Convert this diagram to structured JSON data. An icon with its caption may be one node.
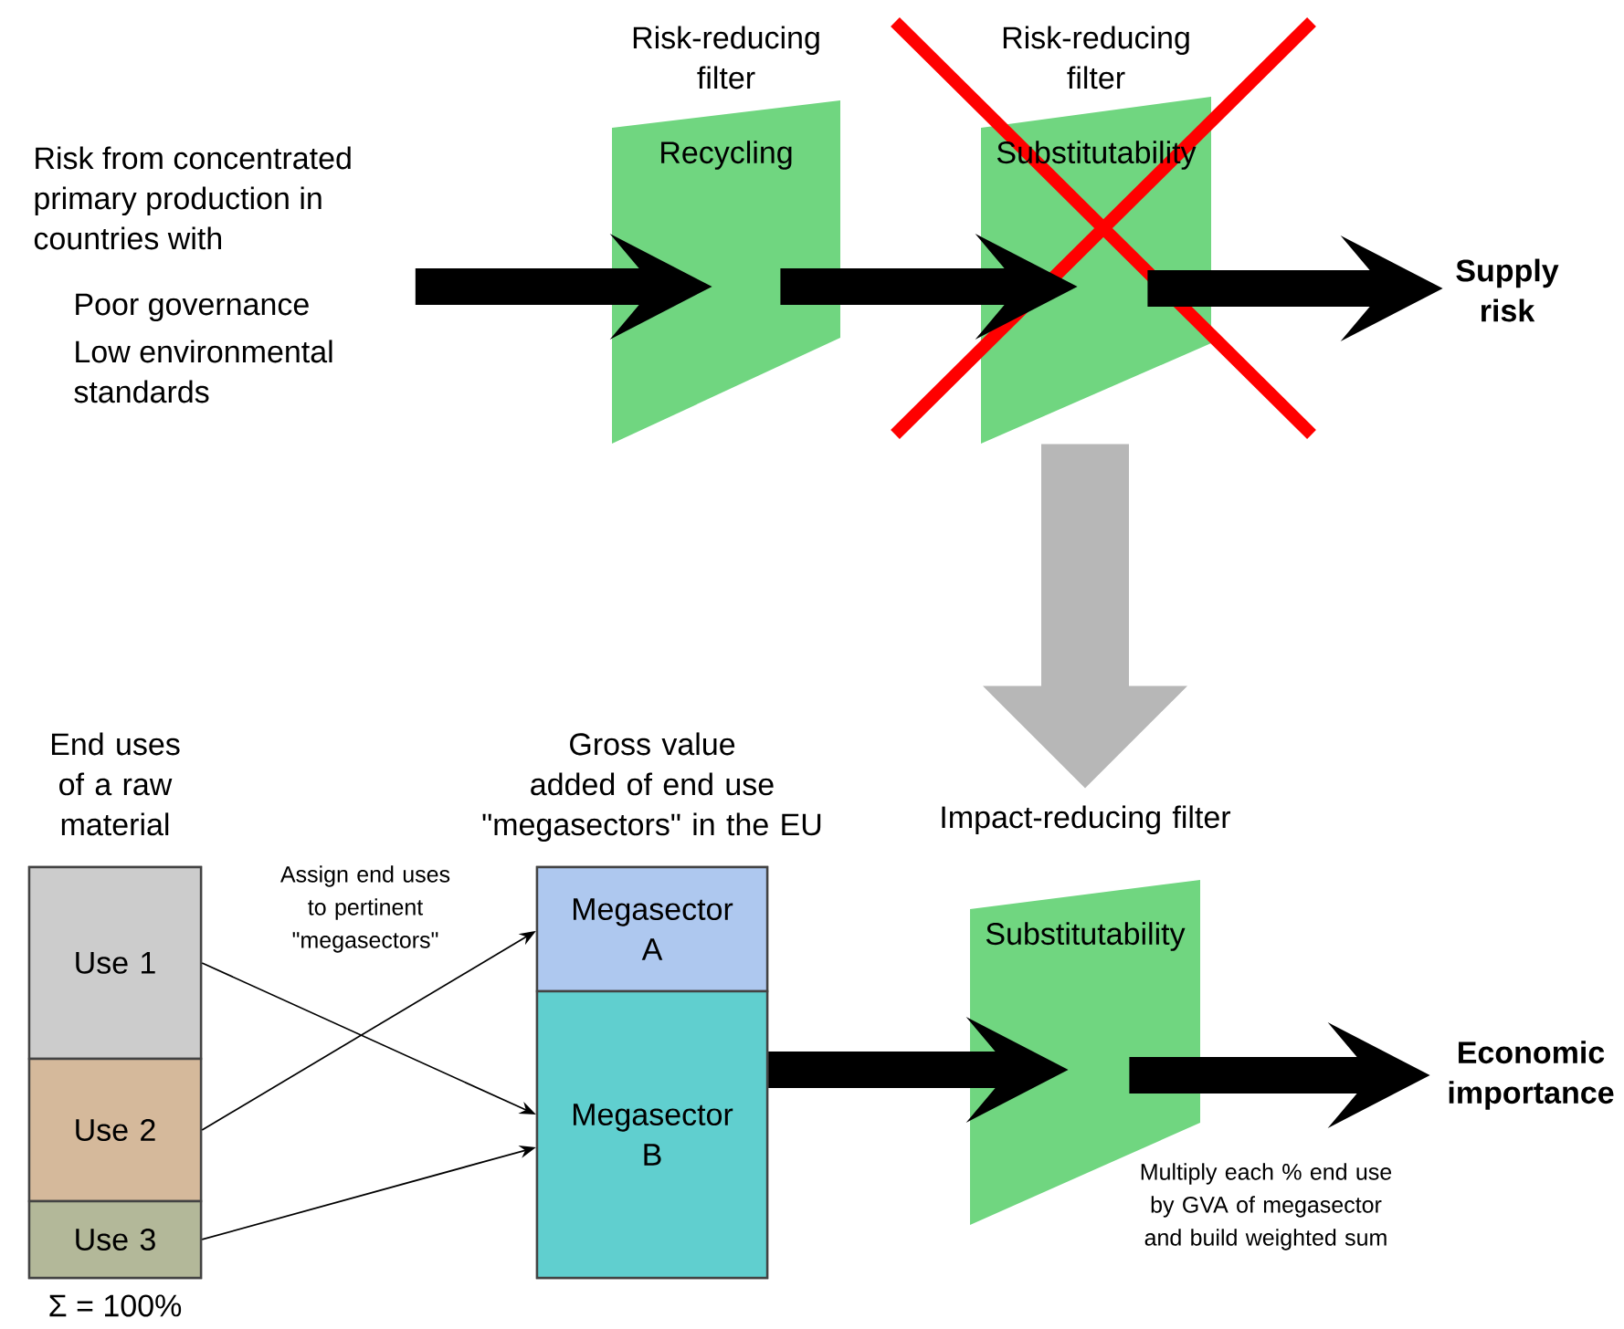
{
  "diagram": {
    "nodes": [
      {
        "text": [
          "Risk from concentrated primary production in countries with",
          "Poor governance",
          "Low environmental standards"
        ]
      },
      {
        "text": [
          "Risk-reducing filter",
          "Recycling"
        ]
      },
      {
        "text": [
          "Risk-reducing filter",
          "Substitutability"
        ]
      },
      {
        "text": [
          "Supply risk"
        ]
      },
      {
        "text": [
          "End uses of a raw material"
        ],
        "beside": [
          "Σ = 100%"
        ]
      },
      {
        "text": [
          "Use 1"
        ],
        "in": 4
      },
      {
        "text": [
          "Use 2"
        ],
        "in": 4
      },
      {
        "text": [
          "Use 3"
        ],
        "in": 4
      },
      {
        "text": [
          "Gross value added of end use \"megasectors\" in the EU"
        ]
      },
      {
        "text": [
          "Megasector A"
        ],
        "in": 8
      },
      {
        "text": [
          "Megasector B"
        ],
        "in": 8
      },
      {
        "text": [
          "Impact-reducing filter",
          "Substitutability"
        ]
      },
      {
        "text": [
          "Economic importance"
        ]
      }
    ],
    "edges": [
      {
        "from": 0,
        "to": 1,
        "arrow": "to"
      },
      {
        "from": 1,
        "to": 2,
        "arrow": "to"
      },
      {
        "from": 2,
        "to": 3,
        "arrow": "to"
      },
      {
        "from": 2,
        "to": 11,
        "arrow": "to",
        "style": "thick",
        "color": "#b7b7b7"
      },
      {
        "from": 5,
        "to": 10,
        "arrow": "to"
      },
      {
        "from": 6,
        "to": 9,
        "arrow": "to"
      },
      {
        "from": 7,
        "to": 10,
        "arrow": "to"
      },
      {
        "from": 10,
        "to": 11,
        "arrow": "to"
      },
      {
        "from": 11,
        "to": 12,
        "arrow": "to"
      }
    ],
    "labels": [
      "Assign end uses to pertinent \"megasectors\"",
      "Multiply each % end use by GVA of megasector and build weighted sum"
    ]
  }
}
